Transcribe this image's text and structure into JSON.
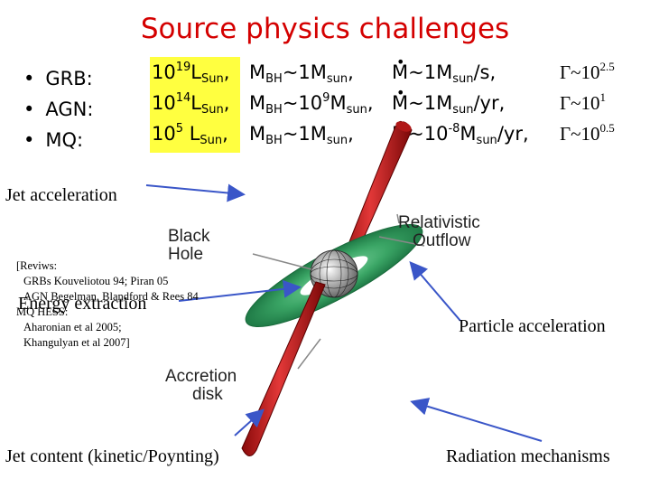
{
  "title": "Source physics challenges",
  "sources": [
    {
      "label": "GRB:"
    },
    {
      "label": "AGN:"
    },
    {
      "label": "MQ:"
    }
  ],
  "rows": [
    {
      "lum": "10",
      "lum_exp": "19",
      "lum_unit": "L",
      "lum_sub": "Sun",
      "mbh_pre": "M",
      "mbh_sub": "BH",
      "mbh_val": "~1M",
      "mbh_unit_sub": "sun",
      "mdot_val": "~1M",
      "mdot_sub": "sun",
      "mdot_rest": "/s,",
      "gamma": "Γ~10",
      "gamma_exp": "2.5"
    },
    {
      "lum": "10",
      "lum_exp": "14",
      "lum_unit": "L",
      "lum_sub": "Sun",
      "mbh_pre": "M",
      "mbh_sub": "BH",
      "mbh_val": "~10",
      "mbh_exp": "9",
      "mbh_val2": "M",
      "mbh_unit_sub": "sun",
      "mdot_val": "~1M",
      "mdot_sub": "sun",
      "mdot_rest": "/yr,",
      "gamma": "Γ~10",
      "gamma_exp": "1"
    },
    {
      "lum": "10",
      "lum_exp": "5",
      "lum_unit": " L",
      "lum_sub": "Sun",
      "mbh_pre": "M",
      "mbh_sub": "BH",
      "mbh_val": "~1M",
      "mbh_unit_sub": "sun",
      "mdot_val": "~10",
      "mdot_exp": "-8",
      "mdot_val2": "M",
      "mdot_sub": "sun",
      "mdot_rest": "/yr,",
      "gamma": "Γ~10",
      "gamma_exp": "0.5"
    }
  ],
  "labels": {
    "jet_acceleration": "Jet acceleration",
    "energy_extraction": "Energy extraction",
    "particle_acceleration": "Particle acceleration",
    "jet_content": "Jet content (kinetic/Poynting)",
    "radiation": "Radiation mechanisms"
  },
  "diagram": {
    "black_hole_line1": "Black",
    "black_hole_line2": "Hole",
    "outflow_line1": "Relativistic",
    "outflow_line2": "Outflow",
    "accretion_line1": "Accretion",
    "accretion_line2": "disk"
  },
  "references": [
    "[Reviws:",
    "GRBs Kouveliotou 94; Piran 05",
    "AGN  Begelman, Blandford & Rees 84",
    "MQ HESS:",
    "Aharonian et al 2005;",
    "Khangulyan et al 2007]"
  ],
  "colors": {
    "title": "#d40000",
    "highlight": "#ffff40",
    "jet": "#c81e1e",
    "disk": "#2e9a5a",
    "arrow": "#3a56c8"
  }
}
